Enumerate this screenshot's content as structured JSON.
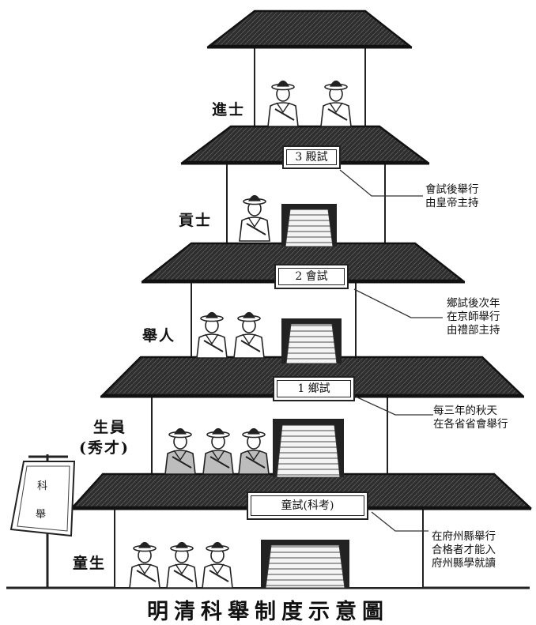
{
  "ranks": {
    "jinshi": "進士",
    "gongshi": "貢士",
    "juren": "舉人",
    "shengyuan": "生員",
    "xiucai": "(秀才)",
    "tongsheng": "童生"
  },
  "stages": {
    "palace": "3 殿試",
    "metropolitan": "2 會試",
    "provincial": "1 鄉試",
    "child": "童試(科考)"
  },
  "notes": {
    "palace": [
      "會試後舉行",
      "由皇帝主持"
    ],
    "metropolitan": [
      "鄉試後次年",
      "在京師舉行",
      "由禮部主持"
    ],
    "provincial": [
      "每三年的秋天",
      "在各省省會舉行"
    ],
    "child": [
      "在府州縣舉行",
      "合格者才能入",
      "府州縣學就讀"
    ]
  },
  "banner": [
    "科",
    "舉"
  ],
  "caption": "明清科舉制度示意圖"
}
